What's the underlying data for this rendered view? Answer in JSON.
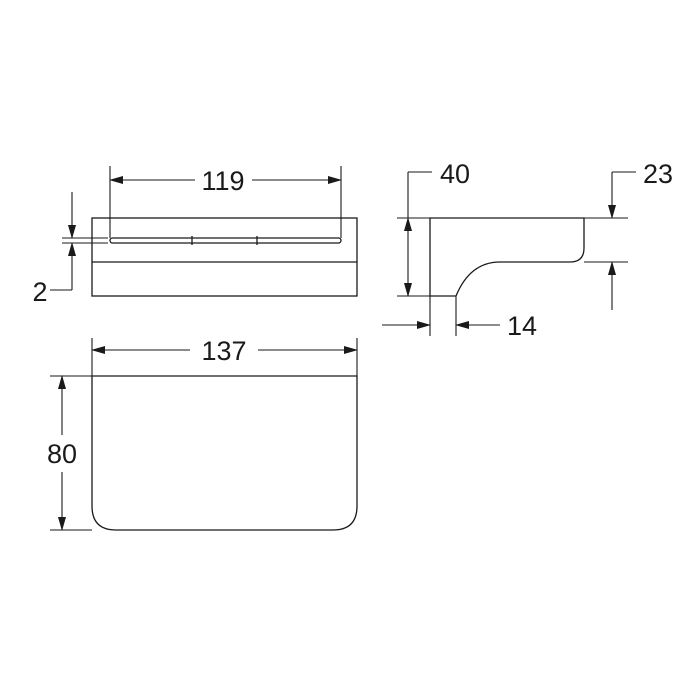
{
  "dimensions": {
    "top_width": "119",
    "thickness": "2",
    "side_depth": "40",
    "side_height": "23",
    "side_base": "14",
    "front_width": "137",
    "front_depth": "80"
  }
}
